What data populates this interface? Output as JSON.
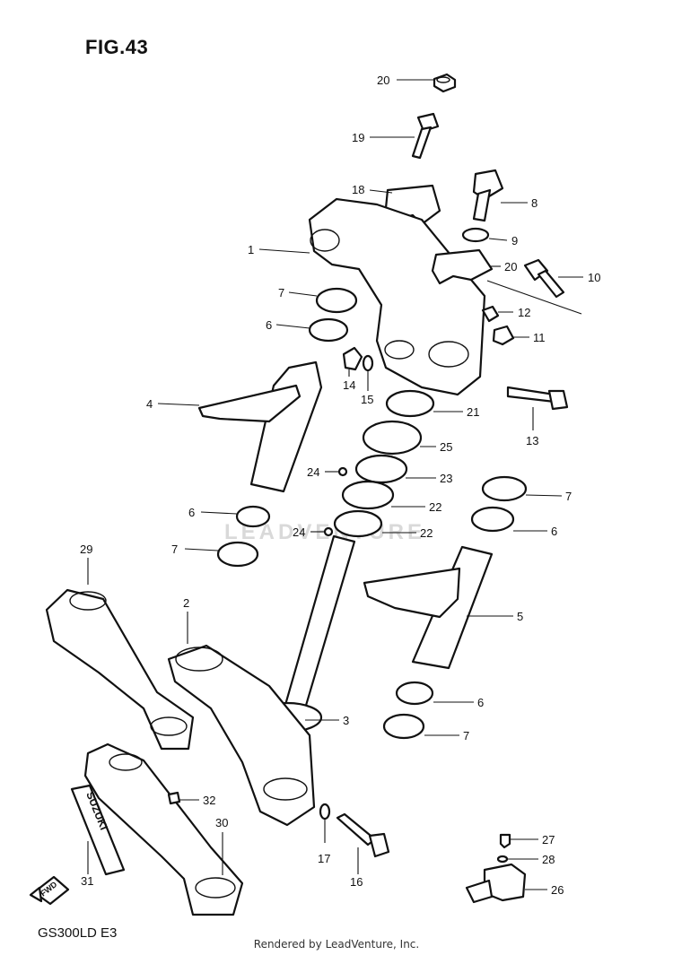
{
  "figure": {
    "title": "FIG.43",
    "model": "GS300LD  E3",
    "credit": "Rendered by LeadVenture, Inc.",
    "watermark": "LEADVENTURE"
  },
  "callouts": [
    {
      "id": "c1",
      "label": "1"
    },
    {
      "id": "c2",
      "label": "2"
    },
    {
      "id": "c3",
      "label": "3"
    },
    {
      "id": "c4",
      "label": "4"
    },
    {
      "id": "c5",
      "label": "5"
    },
    {
      "id": "c6a",
      "label": "6"
    },
    {
      "id": "c6b",
      "label": "6"
    },
    {
      "id": "c6c",
      "label": "6"
    },
    {
      "id": "c6d",
      "label": "6"
    },
    {
      "id": "c7a",
      "label": "7"
    },
    {
      "id": "c7b",
      "label": "7"
    },
    {
      "id": "c7c",
      "label": "7"
    },
    {
      "id": "c7d",
      "label": "7"
    },
    {
      "id": "c8",
      "label": "8"
    },
    {
      "id": "c9",
      "label": "9"
    },
    {
      "id": "c10",
      "label": "10"
    },
    {
      "id": "c11",
      "label": "11"
    },
    {
      "id": "c12",
      "label": "12"
    },
    {
      "id": "c13",
      "label": "13"
    },
    {
      "id": "c14",
      "label": "14"
    },
    {
      "id": "c15",
      "label": "15"
    },
    {
      "id": "c16",
      "label": "16"
    },
    {
      "id": "c17",
      "label": "17"
    },
    {
      "id": "c18",
      "label": "18"
    },
    {
      "id": "c19",
      "label": "19"
    },
    {
      "id": "c20a",
      "label": "20"
    },
    {
      "id": "c20b",
      "label": "20"
    },
    {
      "id": "c21",
      "label": "21"
    },
    {
      "id": "c22a",
      "label": "22"
    },
    {
      "id": "c22b",
      "label": "22"
    },
    {
      "id": "c23",
      "label": "23"
    },
    {
      "id": "c24a",
      "label": "24"
    },
    {
      "id": "c24b",
      "label": "24"
    },
    {
      "id": "c25",
      "label": "25"
    },
    {
      "id": "c26",
      "label": "26"
    },
    {
      "id": "c27",
      "label": "27"
    },
    {
      "id": "c28",
      "label": "28"
    },
    {
      "id": "c29",
      "label": "29"
    },
    {
      "id": "c30",
      "label": "30"
    },
    {
      "id": "c31",
      "label": "31"
    },
    {
      "id": "c32",
      "label": "32"
    }
  ],
  "direction_marker": "FWD",
  "emblem_text": "SUZUKI"
}
